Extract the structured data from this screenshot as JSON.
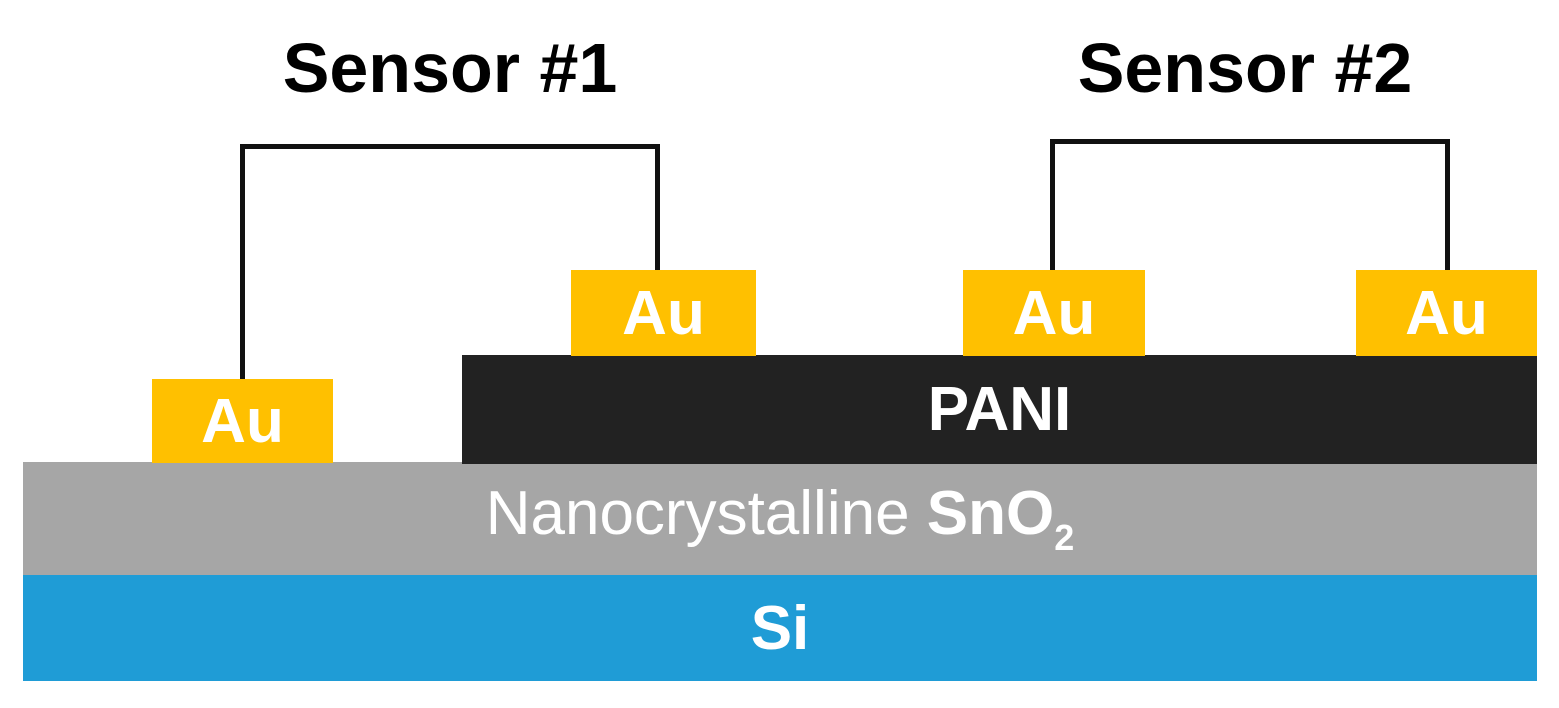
{
  "sensors": [
    {
      "title": "Sensor #1"
    },
    {
      "title": "Sensor #2"
    }
  ],
  "layers": {
    "si": "Si",
    "sno2_main": "Nanocrystalline ",
    "sno2_formula": "SnO",
    "sno2_subscript": "2",
    "pani": "PANI"
  },
  "electrodes": [
    "Au",
    "Au",
    "Au",
    "Au"
  ],
  "colors": {
    "si": "#1f9cd6",
    "sno2": "#a6a6a6",
    "pani": "#222222",
    "au": "#ffc000",
    "wire": "#111111"
  }
}
